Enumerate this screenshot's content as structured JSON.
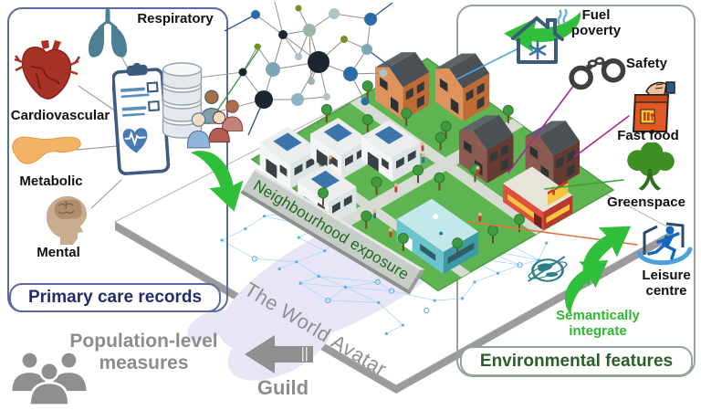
{
  "left_panel": {
    "title": "Primary care records",
    "items": [
      {
        "label": "Respiratory",
        "icon": "lungs-icon"
      },
      {
        "label": "Cardiovascular",
        "icon": "heart-icon"
      },
      {
        "label": "Metabolic",
        "icon": "pancreas-icon"
      },
      {
        "label": "Mental",
        "icon": "brain-icon"
      }
    ]
  },
  "right_panel": {
    "title": "Environmental features",
    "items": [
      {
        "label": "Fuel poverty",
        "icon": "fuel-poverty-house-icon"
      },
      {
        "label": "Safety",
        "icon": "handcuffs-icon"
      },
      {
        "label": "Fast food",
        "icon": "fast-food-bag-icon"
      },
      {
        "label": "Greenspace",
        "icon": "tree-icon"
      },
      {
        "label": "Leisure centre",
        "icon": "leisure-runner-icon"
      }
    ],
    "integration_label": "Semantically integrate"
  },
  "platform": {
    "name": "The World Avatar",
    "banner": "Neighbourhood exposure"
  },
  "output": {
    "measures_label": "Population-level measures",
    "tool_label": "Guild"
  },
  "colors": {
    "primary_care_title": "#232d6b",
    "environmental_title": "#2a5e2a",
    "integrate_green": "#2eb82e",
    "arrow_green": "#2fbf3a",
    "banner_text_green": "#1d6b1d",
    "gray_text": "#8c8c8c",
    "map_node_blue": "#55aef0"
  }
}
